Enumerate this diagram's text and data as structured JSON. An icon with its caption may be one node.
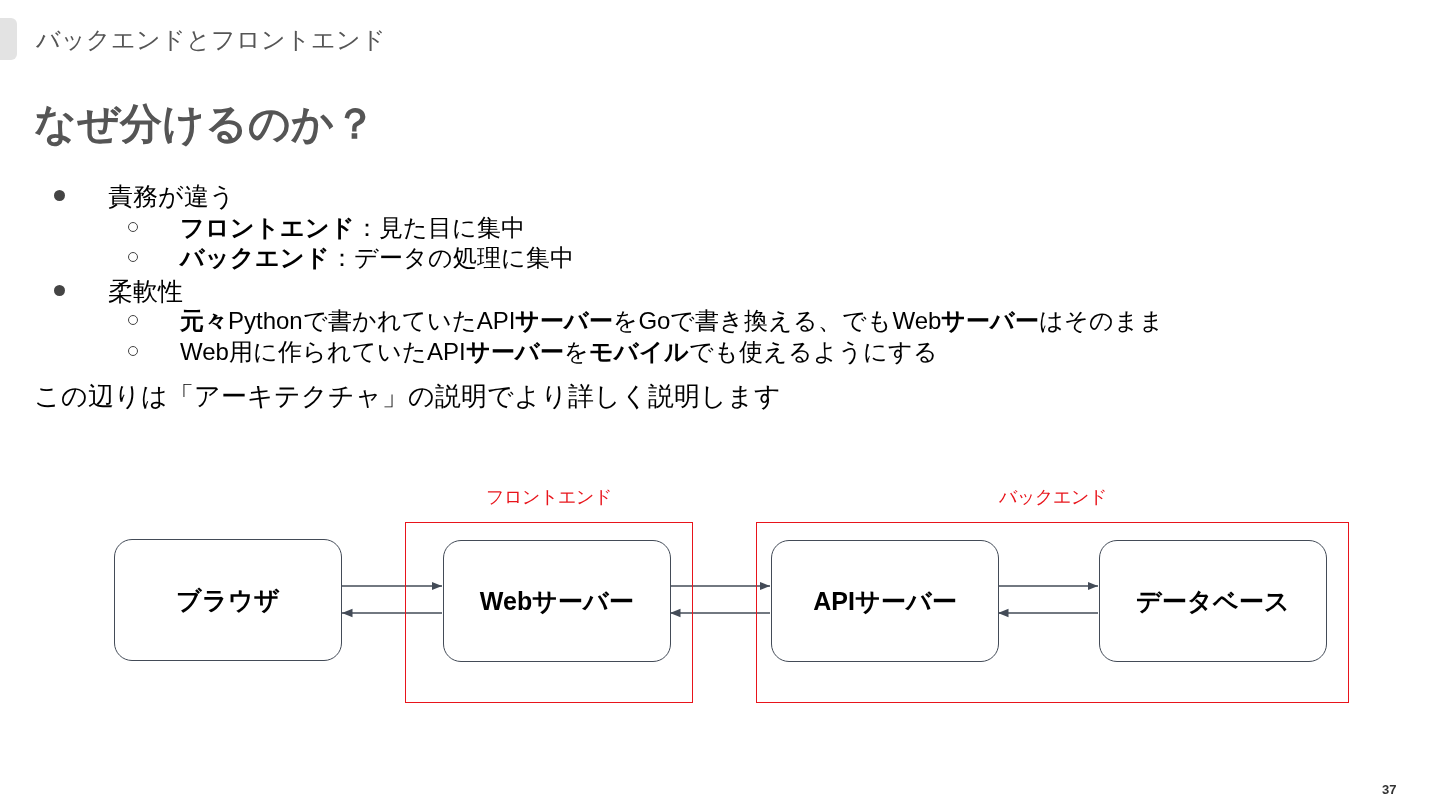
{
  "diagram": {
    "title": "なぜ分けるのか？",
    "nodes": [
      {
        "text": [
          "ブラウザ"
        ]
      },
      {
        "text": [
          "フロントエンド"
        ]
      },
      {
        "text": [
          "Webサーバー"
        ],
        "in": 1
      },
      {
        "text": [
          "バックエンド"
        ]
      },
      {
        "text": [
          "APIサーバー"
        ],
        "in": 3
      },
      {
        "text": [
          "データベース"
        ],
        "in": 3
      }
    ],
    "edges": [
      {
        "from": 0,
        "to": 2,
        "arrow": "to"
      },
      {
        "from": 2,
        "to": 0,
        "arrow": "to"
      },
      {
        "from": 2,
        "to": 4,
        "arrow": "to"
      },
      {
        "from": 4,
        "to": 2,
        "arrow": "to"
      },
      {
        "from": 4,
        "to": 5,
        "arrow": "to"
      },
      {
        "from": 5,
        "to": 4,
        "arrow": "to"
      }
    ],
    "labels": [
      "バックエンドとフロントエンド",
      "責務が違う",
      "**フロントエンド**：見た目に集中",
      "**バックエンド**：データの処理に集中",
      "柔軟性",
      "**元々**Pythonで書かれていたAPI**サーバー**をGoで書き換える、でもWeb**サーバー**はそのまま",
      "Web用に作られていたAPI**サーバー**を**モバイル**でも使えるようにする",
      "この辺りは「アーキテクチャ」の説明でより詳しく説明します",
      "37"
    ]
  }
}
